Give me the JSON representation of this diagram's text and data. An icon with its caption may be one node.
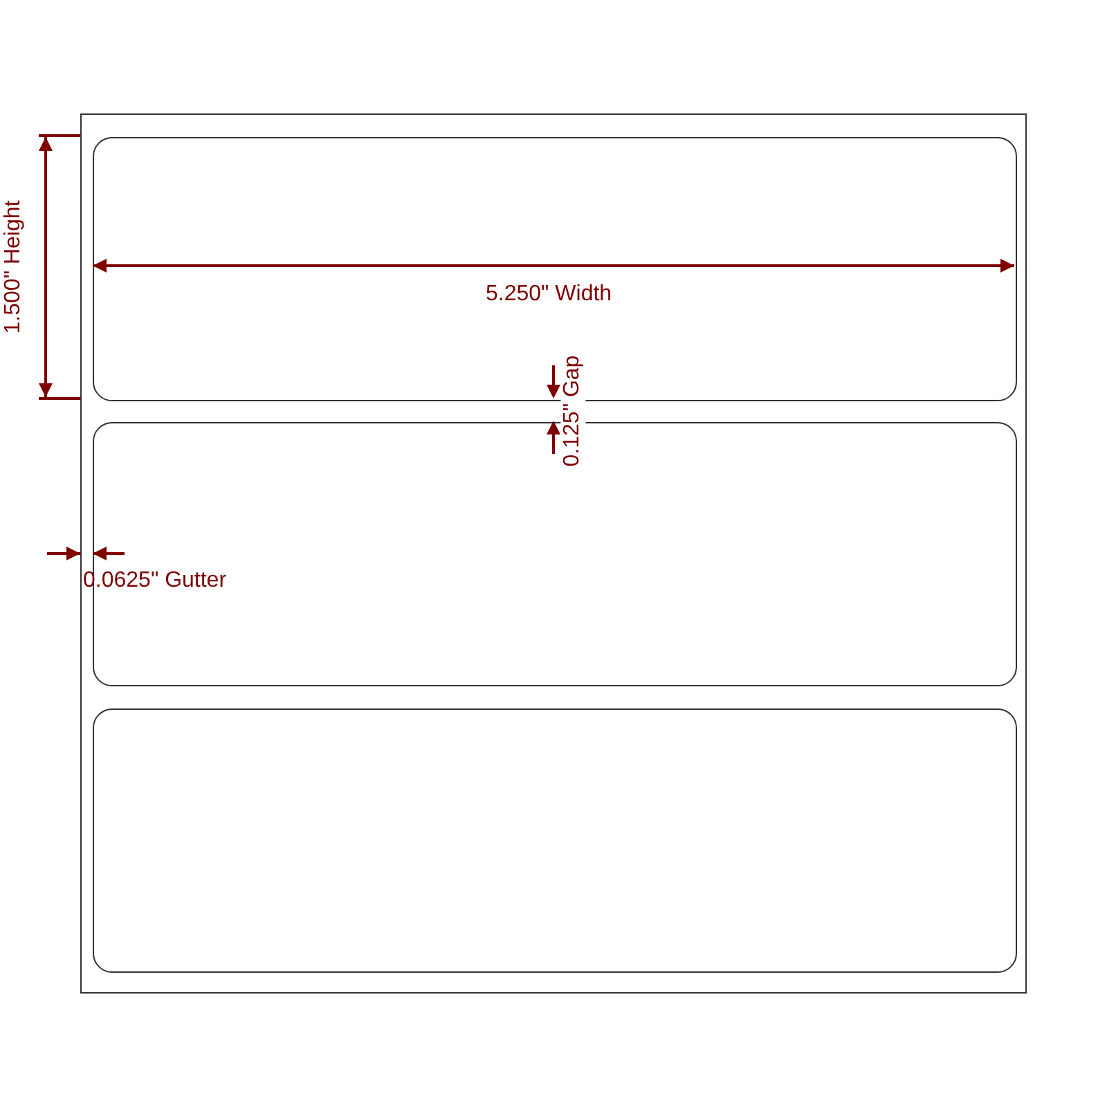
{
  "diagram": {
    "nodes": [
      {
        "text": [],
        "shape": "box"
      },
      {
        "text": [],
        "shape": "box",
        "in": 0
      },
      {
        "text": [],
        "shape": "box",
        "in": 0
      },
      {
        "text": [],
        "shape": "box",
        "in": 0
      }
    ],
    "labels": [
      "1.500\" Height",
      "5.250\" Width",
      "0.125\" Gap",
      "0.0625\" Gutter"
    ]
  }
}
